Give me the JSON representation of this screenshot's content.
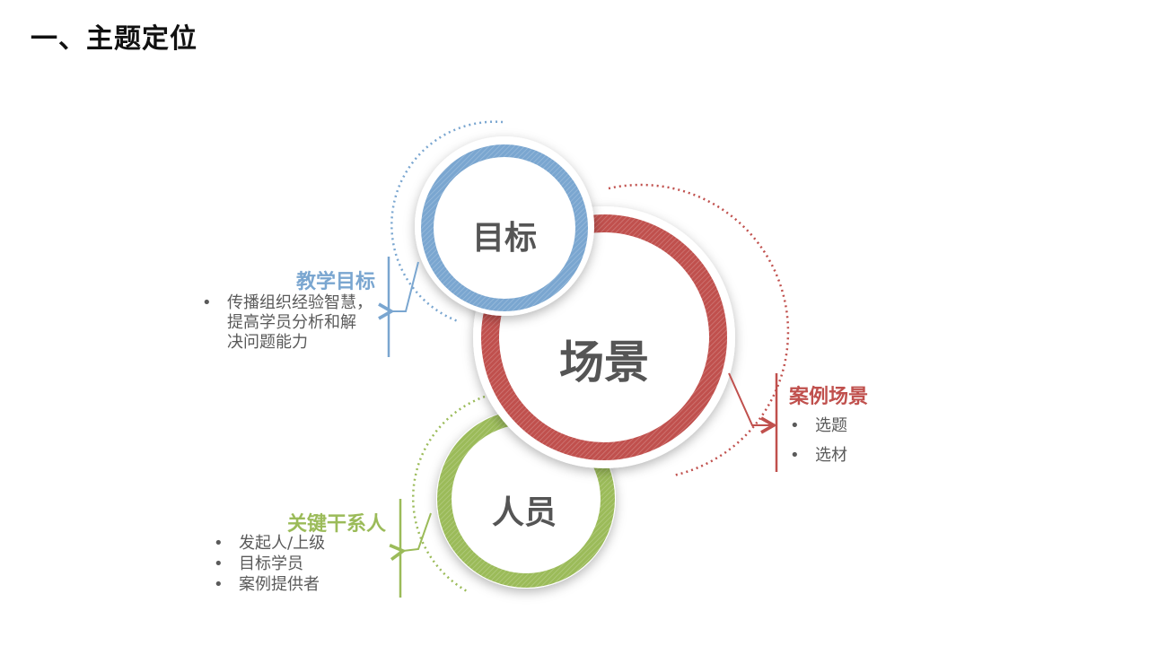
{
  "title": "一、主题定位",
  "colors": {
    "blue": "#7aa6d0",
    "red": "#c0504d",
    "green": "#9bbb59",
    "text": "#555555"
  },
  "circles": {
    "center": "场景",
    "top": "目标",
    "bottom": "人员"
  },
  "goal": {
    "heading": "教学目标",
    "lines": [
      "传播组织经验智慧，",
      "提高学员分析和解",
      "决问题能力"
    ]
  },
  "scene": {
    "heading": "案例场景",
    "items": [
      "选题",
      "选材"
    ]
  },
  "people": {
    "heading": "关键干系人",
    "items": [
      "发起人/上级",
      "目标学员",
      "案例提供者"
    ]
  }
}
